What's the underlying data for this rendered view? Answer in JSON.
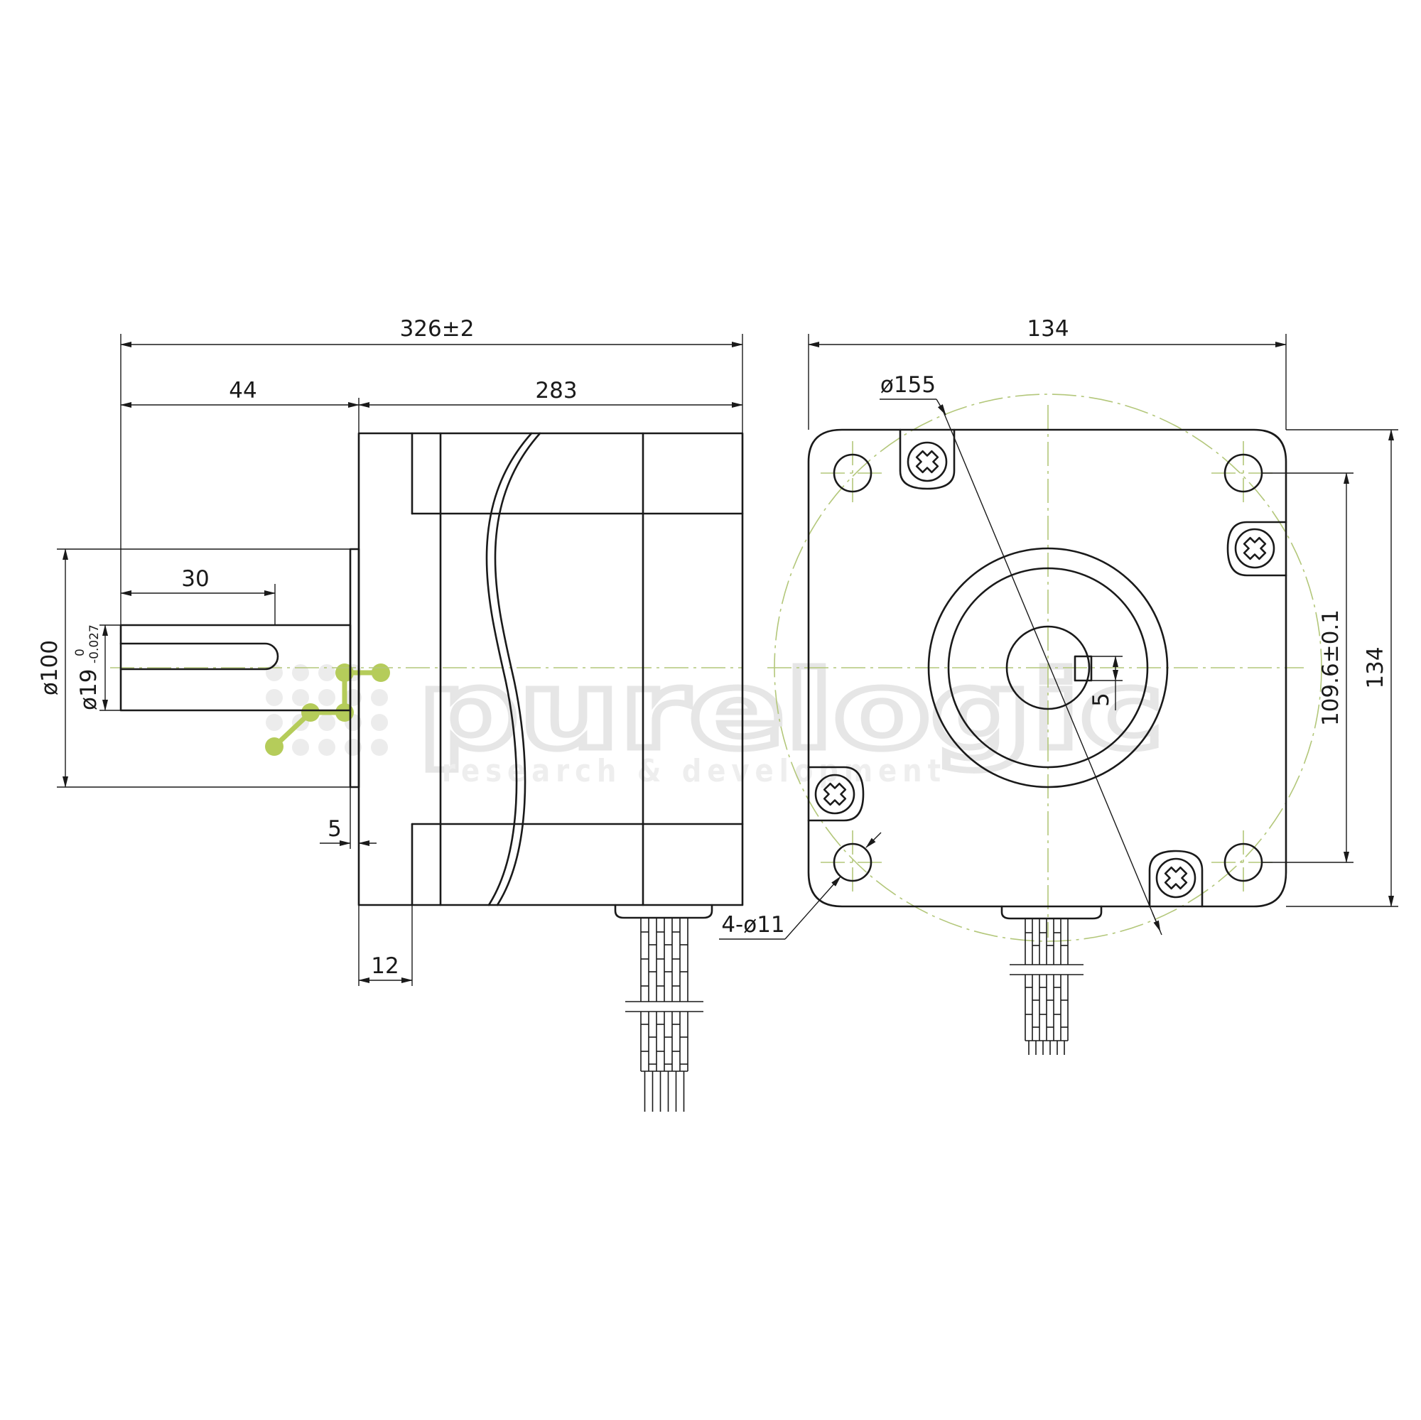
{
  "dimensions": {
    "overall_length": "326±2",
    "shaft_length": "44",
    "body_length": "283",
    "key_length": "30",
    "boss_diameter": "ø100",
    "shaft_diameter": "ø19",
    "shaft_tol_upper": "0",
    "shaft_tol_lower": "-0.027",
    "boss_height": "5",
    "flange_thickness": "12",
    "flange_width": "134",
    "flange_height": "134",
    "bolt_circle": "ø155",
    "hole_spacing": "109.6±0.1",
    "mounting_holes": "4-ø11",
    "key_width": "5"
  },
  "watermark": {
    "brand": "purelogic",
    "tagline": "research & development",
    "accent_color": "#b5cc5a",
    "dot_color": "#ececec"
  },
  "colors": {
    "line": "#1a1a1a",
    "centerline": "#b3c77a"
  }
}
